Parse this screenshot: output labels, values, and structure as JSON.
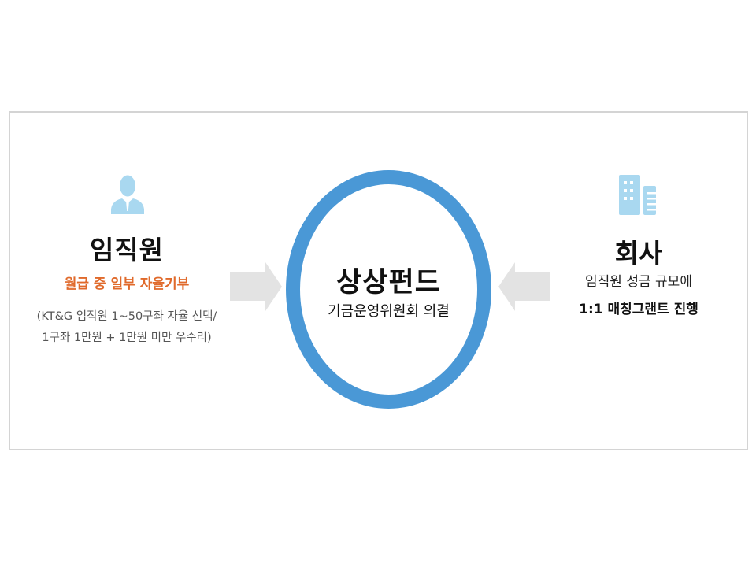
{
  "colors": {
    "ring": "#4a98d6",
    "icon": "#a9d8f0",
    "accent_orange": "#e06a2b",
    "note_gray": "#555555",
    "arrow_gray": "#e3e3e3",
    "frame_border": "#d4d4d4"
  },
  "left": {
    "icon": "person-icon",
    "title": "임직원",
    "subtitle": "월급 중 일부 자율기부",
    "note_line1": "(KT&G 임직원 1~50구좌 자율 선택/",
    "note_line2": "1구좌 1만원 + 1만원 미만 우수리)"
  },
  "center": {
    "title": "상상펀드",
    "subtitle": "기금운영위원회 의결"
  },
  "right": {
    "icon": "building-icon",
    "title": "회사",
    "subtitle_line1": "임직원 성금 규모에",
    "subtitle_line2": "1:1 매칭그랜트 진행"
  },
  "arrows": [
    {
      "direction": "right",
      "icon": "arrow-right-icon"
    },
    {
      "direction": "left",
      "icon": "arrow-left-icon"
    }
  ]
}
